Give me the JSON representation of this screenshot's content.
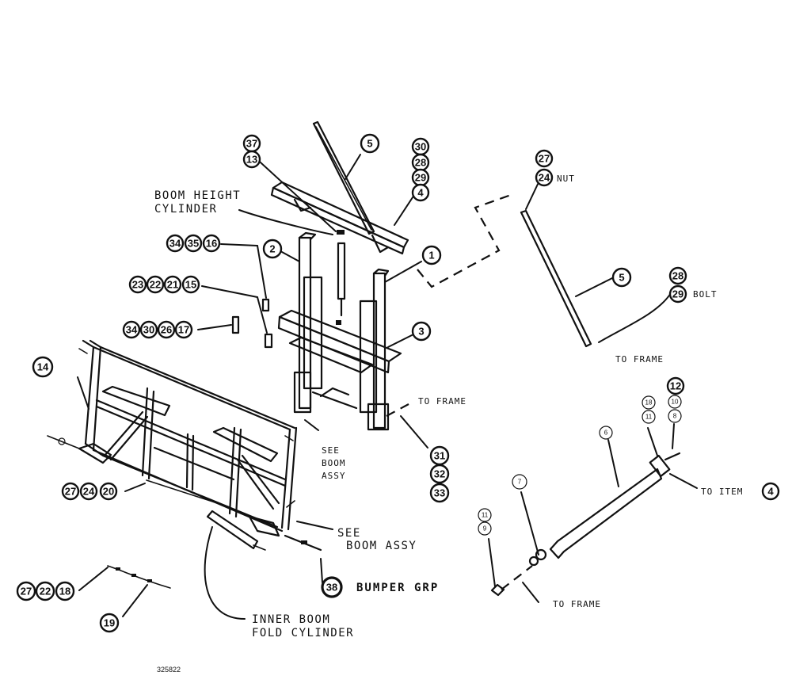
{
  "labels": {
    "boom_height_cylinder_1": "BOOM HEIGHT",
    "boom_height_cylinder_2": "CYLINDER",
    "inner_boom_fold_1": "INNER BOOM",
    "inner_boom_fold_2": "FOLD CYLINDER",
    "nut": "NUT",
    "bolt": "BOLT",
    "to_frame_a": "TO FRAME",
    "to_frame_b": "TO FRAME",
    "to_frame_c": "TO FRAME",
    "to_item_text": "TO ITEM",
    "to_item_num": "4",
    "see_boom_assy_small_1": "SEE",
    "see_boom_assy_small_2": "BOOM",
    "see_boom_assy_small_3": "ASSY",
    "see_boom_assy_1": "SEE",
    "see_boom_assy_2": "BOOM ASSY",
    "bumper_grp": "BUMPER GRP",
    "drawing_ref": "325822"
  },
  "callouts": {
    "c37": "37",
    "c13": "13",
    "c5a": "5",
    "c30a": "30",
    "c28a": "28",
    "c29a": "29",
    "c4": "4",
    "c2": "2",
    "c1": "1",
    "c3": "3",
    "c34a": "34",
    "c35": "35",
    "c16": "16",
    "c23": "23",
    "c22a": "22",
    "c21": "21",
    "c15": "15",
    "c34b": "34",
    "c30b": "30",
    "c26": "26",
    "c17": "17",
    "c14": "14",
    "c27a": "27",
    "c24a": "24",
    "c20": "20",
    "c27b": "27",
    "c22b": "22",
    "c18": "18",
    "c19": "19",
    "c31": "31",
    "c32": "32",
    "c33": "33",
    "c38": "38",
    "c27c": "27",
    "c24b": "24",
    "c5b": "5",
    "c28b": "28",
    "c29b": "29",
    "c12": "12",
    "c10": "10",
    "c8": "8",
    "c18s": "18",
    "c11a": "11",
    "c6": "6",
    "c7": "7",
    "c11b": "11",
    "c9": "9"
  }
}
